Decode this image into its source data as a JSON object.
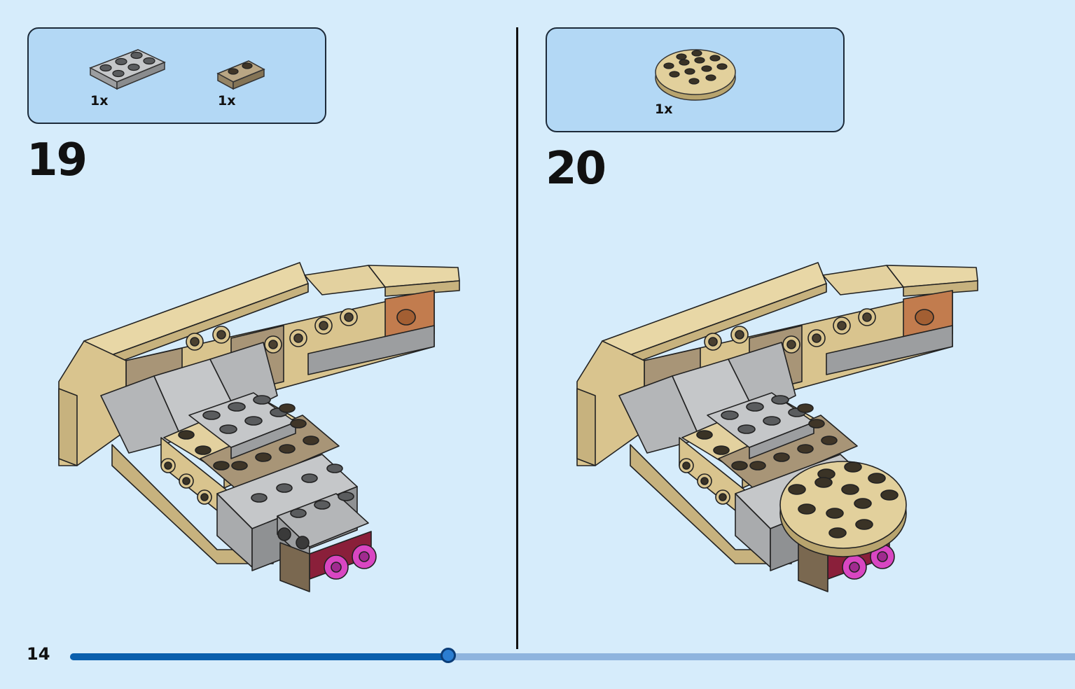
{
  "steps": [
    {
      "number": "19",
      "parts": [
        {
          "qty": "1x",
          "part": "gray-2x3-plate"
        },
        {
          "qty": "1x",
          "part": "dark-tan-1x2-plate"
        }
      ]
    },
    {
      "number": "20",
      "parts": [
        {
          "qty": "1x",
          "part": "tan-4x4-round-plate"
        }
      ]
    }
  ],
  "page": {
    "number": "14"
  },
  "progress": {
    "fraction": 0.376
  },
  "colors": {
    "background": "#d6ecfb",
    "parts_box": "#b3d8f5",
    "tan": "#d9c48e",
    "dark_tan": "#a89577",
    "gray": "#a9abad",
    "magenta": "#d946c2",
    "progress_fill": "#0a5fad",
    "progress_track": "#8fb4de"
  }
}
